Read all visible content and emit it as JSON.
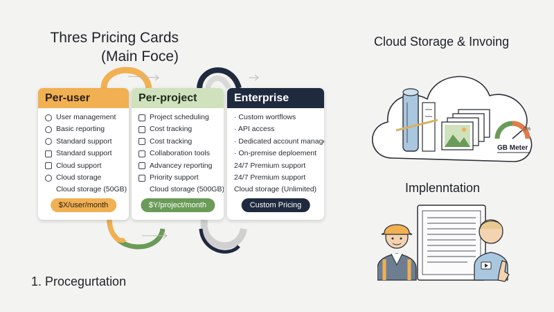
{
  "heading": {
    "line1": "Thres Pricing Cards",
    "line2": "(Main Foce)"
  },
  "cards": [
    {
      "title": "Per-user",
      "features": [
        {
          "text": "User management",
          "icon": "gear-icon"
        },
        {
          "text": "Basic reporting",
          "icon": "pin-icon"
        },
        {
          "text": "Standard support",
          "icon": "person-icon"
        },
        {
          "text": "Standard support",
          "icon": "calendar-icon"
        },
        {
          "text": "Cloud support",
          "icon": "document-icon"
        },
        {
          "text": "Cloud storage",
          "icon": "cloud-icon"
        },
        {
          "text": "Cloud storage (50GB)",
          "icon": "none"
        }
      ],
      "price": "$X/user/month"
    },
    {
      "title": "Per-project",
      "features": [
        {
          "text": "Project scheduling",
          "icon": "checklist-icon"
        },
        {
          "text": "Cost tracking",
          "icon": "calendar-icon"
        },
        {
          "text": "Cost tracking",
          "icon": "calendar-icon"
        },
        {
          "text": "Collaboration tools",
          "icon": "checklist-icon"
        },
        {
          "text": "Advancey reporting",
          "icon": "chart-icon"
        },
        {
          "text": "Priority support",
          "icon": "lock-icon"
        },
        {
          "text": "Cloud storage (500GB)",
          "icon": "none"
        }
      ],
      "price": "$Y/project/month"
    },
    {
      "title": "Enterprise",
      "features": [
        {
          "text": "· Custom wortflows"
        },
        {
          "text": "· API access"
        },
        {
          "text": "· Dedicated account manager"
        },
        {
          "text": "· On-premise deploement"
        },
        {
          "text": "24/7 Premium support"
        },
        {
          "text": "24/7 Premium support"
        },
        {
          "text": "Cloud storage (Unlimited)"
        }
      ],
      "price": "Custom Pricing"
    }
  ],
  "cloud_section": {
    "title": "Cloud Storage & Invoing",
    "meter_label": "GB Meter",
    "meter_percent_label": "0%"
  },
  "implementation": {
    "title": "Implenntation"
  },
  "procurement": {
    "label": "1. Procegurtation"
  },
  "colors": {
    "orange": "#f1b052",
    "green_light": "#cfe2bd",
    "green": "#6a9b58",
    "navy": "#1f2a3f",
    "cloud_blue": "#a9c8df"
  }
}
